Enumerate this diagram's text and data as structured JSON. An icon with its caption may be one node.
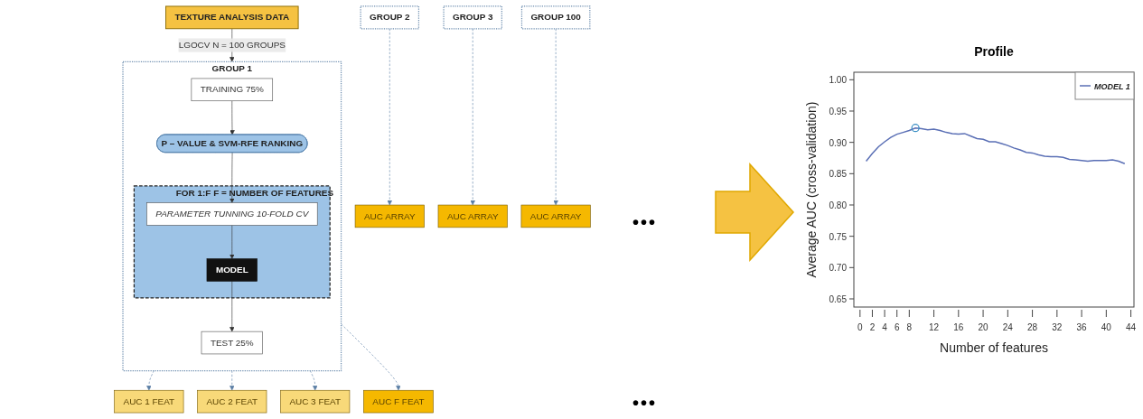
{
  "diagram": {
    "nodes": [
      {
        "text": [
          "TEXTURE ANALYSIS DATA"
        ]
      },
      {
        "text": [
          "GROUP 1"
        ]
      },
      {
        "text": [
          "TRAINING 75%"
        ],
        "in": 1
      },
      {
        "text": [
          "TEST 25%"
        ],
        "in": 1
      },
      {
        "text": [
          "P – VALUE & SVM-RFE RANKING"
        ],
        "in": 1
      },
      {
        "text": [
          "FOR 1:F F = NUMBER OF FEATURES"
        ],
        "in": 1
      },
      {
        "text": [
          "PARAMETER TUNNING 10-FOLD CV"
        ],
        "in": 5
      },
      {
        "text": [
          "MODEL"
        ],
        "in": 5
      },
      {
        "text": [
          "GROUP 2"
        ]
      },
      {
        "text": [
          "GROUP 3"
        ]
      },
      {
        "text": [
          "GROUP 100"
        ]
      },
      {
        "text": [
          "AUC 1 FEAT"
        ]
      },
      {
        "text": [
          "AUC 2 FEAT"
        ]
      },
      {
        "text": [
          "AUC 3 FEAT"
        ]
      },
      {
        "text": [
          "AUC F FEAT"
        ]
      },
      {
        "text": [
          "AUC ARRAY"
        ]
      },
      {
        "text": [
          "AUC ARRAY"
        ]
      },
      {
        "text": [
          "AUC ARRAY"
        ]
      }
    ],
    "edges": [
      {
        "from": 0,
        "to": 1,
        "arrow": "to",
        "label": "LGOCV N = 100 GROUPS",
        "color": "#333333"
      },
      {
        "from": 2,
        "to": 4,
        "arrow": "to",
        "color": "#333333"
      },
      {
        "from": 4,
        "to": 6,
        "arrow": "to",
        "color": "#333333"
      },
      {
        "from": 6,
        "to": 7,
        "arrow": "to",
        "color": "#333333"
      },
      {
        "from": 7,
        "to": 3,
        "arrow": "to",
        "color": "#333333"
      },
      {
        "from": 1,
        "to": 11,
        "arrow": "to",
        "style": "dashed"
      },
      {
        "from": 1,
        "to": 12,
        "arrow": "to",
        "style": "dashed"
      },
      {
        "from": 1,
        "to": 13,
        "arrow": "to",
        "style": "dashed"
      },
      {
        "from": 1,
        "to": 14,
        "arrow": "to",
        "style": "dashed"
      },
      {
        "from": 8,
        "to": 15,
        "arrow": "to",
        "style": "dashed"
      },
      {
        "from": 9,
        "to": 16,
        "arrow": "to",
        "style": "dashed"
      },
      {
        "from": 10,
        "to": 17,
        "arrow": "to",
        "style": "dashed"
      }
    ],
    "labels": [
      "•••",
      "•••"
    ],
    "chart_data": {
      "type": "line",
      "title": "Profile",
      "xlabel": "Number of features",
      "ylabel": "Average AUC (cross-validation)",
      "x": [
        1,
        2,
        3,
        4,
        5,
        6,
        7,
        8,
        9,
        10,
        11,
        12,
        13,
        14,
        15,
        16,
        17,
        18,
        19,
        20,
        21,
        22,
        23,
        24,
        25,
        26,
        27,
        28,
        29,
        30,
        31,
        32,
        33,
        34,
        35,
        36,
        37,
        38,
        39,
        40,
        41,
        42,
        43
      ],
      "series": [
        {
          "name": "MODEL 1",
          "color": "#5a6fb5",
          "values": [
            0.87,
            0.882,
            0.893,
            0.901,
            0.908,
            0.913,
            0.916,
            0.919,
            0.923,
            0.922,
            0.92,
            0.921,
            0.919,
            0.916,
            0.914,
            0.913,
            0.914,
            0.91,
            0.906,
            0.905,
            0.901,
            0.901,
            0.898,
            0.895,
            0.891,
            0.888,
            0.884,
            0.883,
            0.88,
            0.878,
            0.877,
            0.877,
            0.876,
            0.873,
            0.872,
            0.871,
            0.87,
            0.871,
            0.871,
            0.871,
            0.872,
            0.87,
            0.866
          ]
        }
      ],
      "xticks": [
        0,
        2,
        4,
        6,
        8,
        12,
        16,
        20,
        24,
        28,
        32,
        36,
        40,
        44
      ],
      "xlim": [
        -1,
        44.5
      ],
      "ylim": [
        0.637,
        1.012
      ],
      "yticks": [
        0.65,
        {
          "value": 0.7,
          "label": "0.70"
        },
        0.75,
        {
          "value": 0.8,
          "label": "0.80"
        },
        0.85,
        {
          "value": 0.9,
          "label": "0.90"
        },
        0.95,
        {
          "value": 1,
          "label": "1.00"
        }
      ]
    }
  }
}
